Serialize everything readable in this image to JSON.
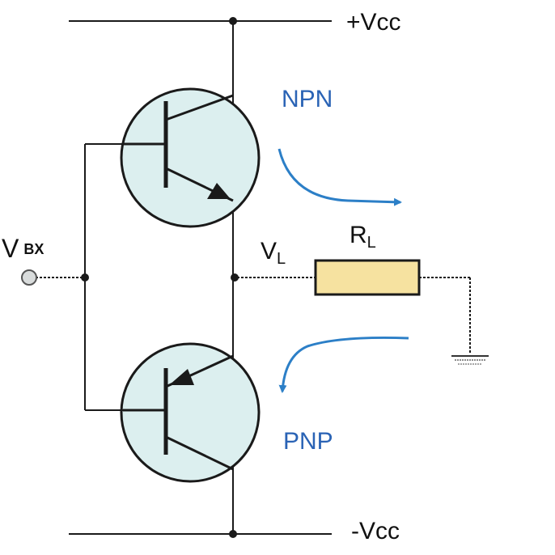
{
  "labels": {
    "vcc_pos": "+Vcc",
    "vcc_neg": "-Vcc",
    "npn": "NPN",
    "pnp": "PNP",
    "vin_main": "V",
    "vin_sub": "BX",
    "vl_main": "V",
    "vl_sub": "L",
    "rl_main": "R",
    "rl_sub": "L"
  },
  "colors": {
    "wire": "#1a1a1a",
    "transistor_fill": "#dcefef",
    "resistor_fill": "#f6e2a0",
    "arrow": "#2c7fc7",
    "label_blue": "#2a63b5",
    "text": "#111111"
  }
}
